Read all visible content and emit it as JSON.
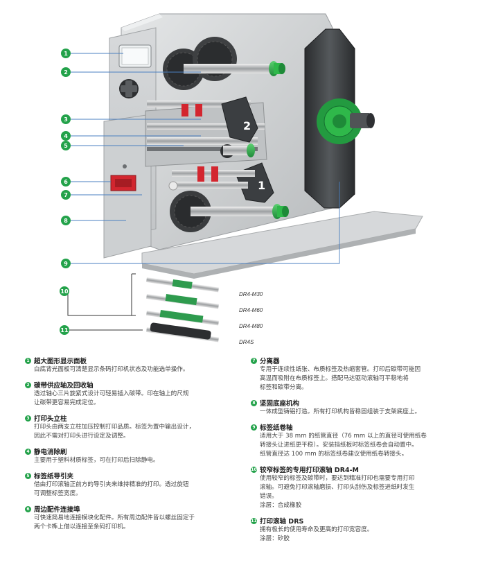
{
  "figure": {
    "callouts": [
      "1",
      "2",
      "3",
      "4",
      "5",
      "6",
      "7",
      "8",
      "9",
      "10",
      "11"
    ],
    "machine_labels": [
      "2",
      "1"
    ],
    "models": [
      "DR4-M30",
      "DR4-M60",
      "DR4-M80",
      "DR4S"
    ]
  },
  "legend": {
    "left": [
      {
        "num": "1",
        "title": "超大图形显示面板",
        "lines": [
          "白底背光面板可清楚显示条码打印机状态及功能选单操作。"
        ]
      },
      {
        "num": "2",
        "title": "碳带供应轴及回收轴",
        "lines": [
          "透过轴心三片旋紧式设计可轻易插入碳带。印在轴上的尺规",
          "让碳带更容易完成定位。"
        ]
      },
      {
        "num": "3",
        "title": "打印头立柱",
        "lines": [
          "打印头由两支立柱加压控制打印品质。标签为置中输出设计，",
          "因此不需对打印头进行设定及调整。"
        ]
      },
      {
        "num": "4",
        "title": "静电消除刷",
        "lines": [
          "主要用于塑料材质标签，可在打印后扫除静电。"
        ]
      },
      {
        "num": "5",
        "title": "标签纸导引夹",
        "lines": [
          "借由打印滚轴正前方的导引夹来维持精准的打印。透过旋钮",
          "可调整标签宽度。"
        ]
      },
      {
        "num": "6",
        "title": "周边配件连接埠",
        "lines": [
          "可快速简易地连接模块化配件。所有周边配件皆以螺丝固定于",
          "两个卡榫上借以连接至条码打印机。"
        ]
      }
    ],
    "right": [
      {
        "num": "7",
        "title": "分离器",
        "lines": [
          "专用于连续性纸张、布质标签及热缩套管。打印后碳带可能因",
          "高温而吸附在布质标签上。搭配马达驱动滚轴可平稳地将",
          "标签和碳带分离。"
        ]
      },
      {
        "num": "8",
        "title": "坚固底座机构",
        "lines": [
          "一体成型铸铝打造。所有打印机构皆稳固组装于支架底座上。"
        ]
      },
      {
        "num": "9",
        "title": "标签纸卷轴",
        "lines": [
          "适用大于 38 mm 的纸管直径（76 mm 以上的直径可使用纸卷",
          "转接头让进纸更平稳）。安装挡纸板时标签纸卷会自动置中。",
          "纸管直径达 100 mm 的标签纸卷建议使用纸卷转接头。"
        ]
      },
      {
        "num": "10",
        "title": "较窄标签的专用打印滚轴 DR4-M",
        "lines": [
          "使用较窄的标签及碳带时，要达到精准打印也需要专用打印",
          "滚轴。可避免打印滚轴磨损、打印头刮伤及标签进纸时发生",
          "错误。",
          "涂层：合成橡胶"
        ]
      },
      {
        "num": "11",
        "title": "打印滚轴 DRS",
        "lines": [
          "拥有极长的使用寿命及更高的打印宽容度。",
          "涂层：矽胶"
        ]
      }
    ]
  },
  "colors": {
    "accent": "#23a24a",
    "spindle_green": "#2fb84a",
    "body_gray": "#c9cbcd",
    "dark": "#3a3c3e"
  }
}
